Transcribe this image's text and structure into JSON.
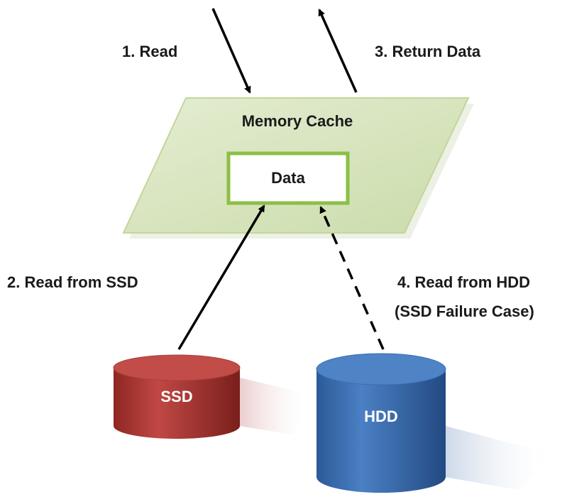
{
  "labels": {
    "step1": "1. Read",
    "step2": "2. Read from SSD",
    "step3": "3. Return Data",
    "step4_line1": "4. Read from HDD",
    "step4_line2": "(SSD Failure Case)"
  },
  "nodes": {
    "cache": "Memory Cache",
    "data": "Data",
    "ssd": "SSD",
    "hdd": "HDD"
  },
  "colors": {
    "cache_fill": "#d7e4bd",
    "cache_border": "#c3d69b",
    "data_border": "#8cbf46",
    "ssd_fill": "#b23a36",
    "hdd_fill": "#3a6db1",
    "arrow": "#000000"
  }
}
